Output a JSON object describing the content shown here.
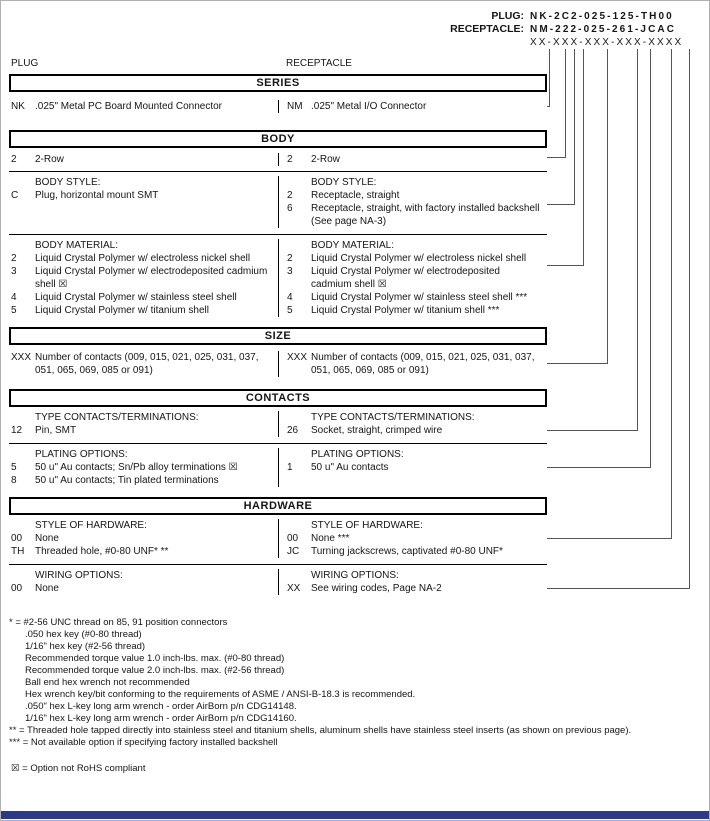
{
  "colors": {
    "footer_bar": "#2b3a8c",
    "rule": "#000000"
  },
  "part_header": {
    "rows": [
      {
        "label": "PLUG:",
        "value": "NK-2C2-025-125-TH00"
      },
      {
        "label": "RECEPTACLE:",
        "value": "NM-222-025-261-JCAC"
      },
      {
        "label": "",
        "value": "XX-XXX-XXX-XXX-XXXX"
      }
    ]
  },
  "column_labels": {
    "left": "PLUG",
    "right": "RECEPTACLE"
  },
  "series": {
    "title": "SERIES",
    "left_rows": [
      {
        "code": "NK",
        "desc": ".025\" Metal PC Board Mounted Connector"
      }
    ],
    "right_rows": [
      {
        "code": "NM",
        "desc": ".025\" Metal I/O Connector"
      }
    ]
  },
  "body": {
    "title": "BODY",
    "row_left": {
      "code": "2",
      "desc": "2-Row"
    },
    "row_right": {
      "code": "2",
      "desc": "2-Row"
    },
    "style": {
      "heading_left": "BODY STYLE:",
      "heading_right": "BODY STYLE:",
      "left_rows": [
        {
          "code": "C",
          "desc": "Plug, horizontal mount SMT"
        }
      ],
      "right_rows": [
        {
          "code": "2",
          "desc": "Receptacle, straight"
        },
        {
          "code": "6",
          "desc": "Receptacle, straight, with factory installed backshell (See page NA-3)"
        }
      ]
    },
    "material": {
      "heading_left": "BODY MATERIAL:",
      "heading_right": "BODY MATERIAL:",
      "left_rows": [
        {
          "code": "2",
          "desc": "Liquid Crystal Polymer w/ electroless nickel shell"
        },
        {
          "code": "3",
          "desc": "Liquid Crystal Polymer w/ electrodeposited cadmium shell ☒"
        },
        {
          "code": "4",
          "desc": "Liquid Crystal Polymer w/ stainless steel shell"
        },
        {
          "code": "5",
          "desc": "Liquid Crystal Polymer w/ titanium shell"
        }
      ],
      "right_rows": [
        {
          "code": "2",
          "desc": "Liquid Crystal Polymer w/ electroless nickel shell"
        },
        {
          "code": "3",
          "desc": "Liquid Crystal Polymer w/ electrodeposited cadmium shell ☒"
        },
        {
          "code": "4",
          "desc": "Liquid Crystal Polymer w/ stainless steel shell ***"
        },
        {
          "code": "5",
          "desc": "Liquid Crystal Polymer w/ titanium shell ***"
        }
      ]
    }
  },
  "size": {
    "title": "SIZE",
    "left_rows": [
      {
        "code": "XXX",
        "desc": "Number of contacts (009, 015, 021, 025, 031, 037, 051, 065, 069, 085 or 091)"
      }
    ],
    "right_rows": [
      {
        "code": "XXX",
        "desc": "Number of contacts (009, 015, 021, 025, 031, 037, 051, 065, 069, 085 or 091)"
      }
    ]
  },
  "contacts": {
    "title": "CONTACTS",
    "type": {
      "heading_left": "TYPE CONTACTS/TERMINATIONS:",
      "heading_right": "TYPE CONTACTS/TERMINATIONS:",
      "left_rows": [
        {
          "code": "12",
          "desc": "Pin, SMT"
        }
      ],
      "right_rows": [
        {
          "code": "26",
          "desc": "Socket, straight, crimped wire"
        }
      ]
    },
    "plating": {
      "heading_left": "PLATING OPTIONS:",
      "heading_right": "PLATING OPTIONS:",
      "left_rows": [
        {
          "code": "5",
          "desc": "50 u\" Au contacts; Sn/Pb alloy terminations ☒"
        },
        {
          "code": "8",
          "desc": "50 u\" Au contacts; Tin plated terminations"
        }
      ],
      "right_rows": [
        {
          "code": "1",
          "desc": "50 u\" Au contacts"
        }
      ]
    }
  },
  "hardware": {
    "title": "HARDWARE",
    "style": {
      "heading_left": "STYLE OF HARDWARE:",
      "heading_right": "STYLE OF HARDWARE:",
      "left_rows": [
        {
          "code": "00",
          "desc": "None"
        },
        {
          "code": "TH",
          "desc": "Threaded hole, #0-80 UNF* **"
        }
      ],
      "right_rows": [
        {
          "code": "00",
          "desc": "None ***"
        },
        {
          "code": "JC",
          "desc": "Turning jackscrews, captivated #0-80 UNF*"
        }
      ]
    },
    "wiring": {
      "heading_left": "WIRING OPTIONS:",
      "heading_right": "WIRING OPTIONS:",
      "left_rows": [
        {
          "code": "00",
          "desc": "None"
        }
      ],
      "right_rows": [
        {
          "code": "XX",
          "desc": "See wiring codes, Page NA-2"
        }
      ]
    }
  },
  "footnotes": [
    "* = #2-56 UNC thread on 85, 91 position connectors",
    ".050 hex key (#0-80 thread)",
    "1/16\" hex key (#2-56 thread)",
    "Recommended torque value 1.0 inch-lbs. max. (#0-80 thread)",
    "Recommended torque value 2.0 inch-lbs. max. (#2-56 thread)",
    "Ball end hex wrench not recommended",
    "Hex wrench key/bit conforming to the requirements of ASME / ANSI-B-18.3 is recommended.",
    ".050\" hex L-key long arm wrench - order AirBorn p/n CDG14148.",
    "1/16\" hex L-key long arm wrench - order AirBorn p/n CDG14160.",
    "** = Threaded hole tapped directly into stainless steel and titanium shells, aluminum shells have stainless steel inserts (as shown on previous page).",
    "*** = Not available option if specifying factory installed backshell"
  ],
  "rohs_note": "☒ = Option not RoHS compliant"
}
